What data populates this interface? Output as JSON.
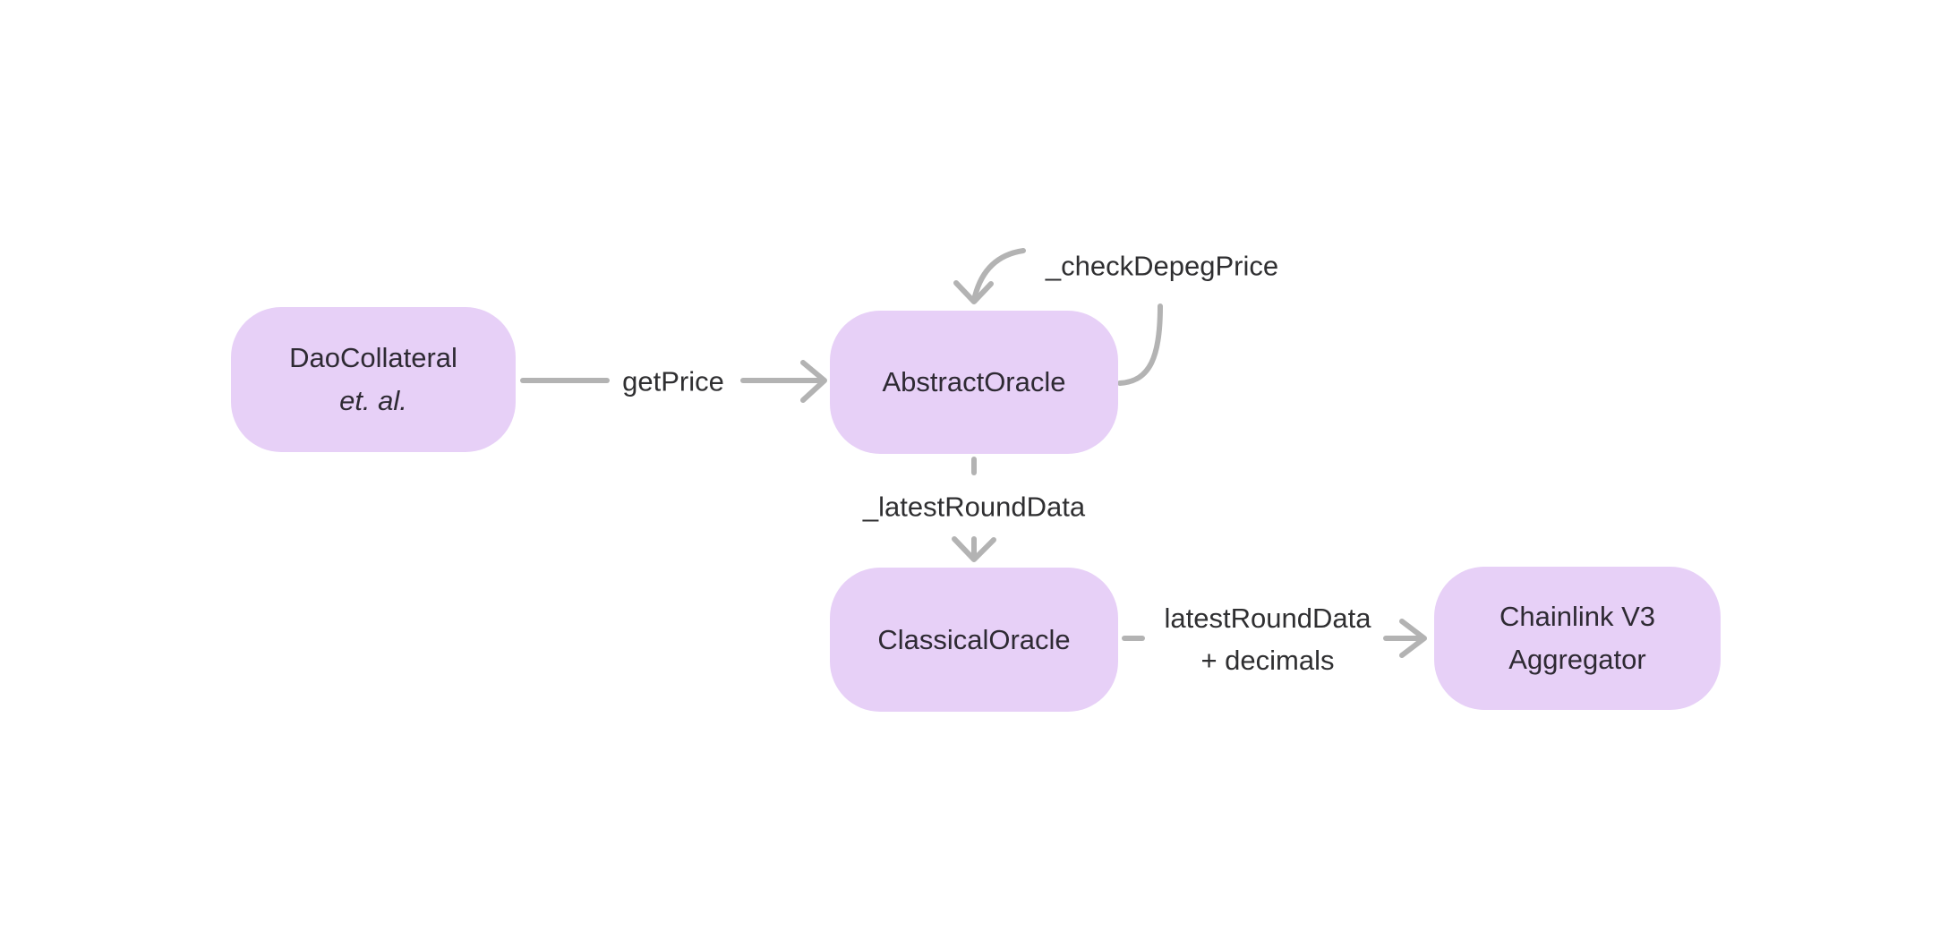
{
  "diagram": {
    "colors": {
      "background": "#ffffff",
      "node_fill": "#e7d0f7",
      "node_text": "#2e2a33",
      "edge_stroke": "#b3b3b3",
      "edge_label_text": "#2f2f31"
    },
    "nodes": [
      {
        "id": "dao-collateral",
        "line1": "DaoCollateral",
        "line2": "et. al."
      },
      {
        "id": "abstract-oracle",
        "line1": "AbstractOracle"
      },
      {
        "id": "classical-oracle",
        "line1": "ClassicalOracle"
      },
      {
        "id": "chainlink-v3-aggregator",
        "line1": "Chainlink V3",
        "line2": "Aggregator"
      }
    ],
    "edges": [
      {
        "from": "dao-collateral",
        "to": "abstract-oracle",
        "label": "getPrice"
      },
      {
        "from": "abstract-oracle",
        "to": "abstract-oracle",
        "label": "_checkDepegPrice"
      },
      {
        "from": "abstract-oracle",
        "to": "classical-oracle",
        "label": "_latestRoundData"
      },
      {
        "from": "classical-oracle",
        "to": "chainlink-v3-aggregator",
        "label_line1": "latestRoundData",
        "label_line2": "+ decimals"
      }
    ]
  }
}
